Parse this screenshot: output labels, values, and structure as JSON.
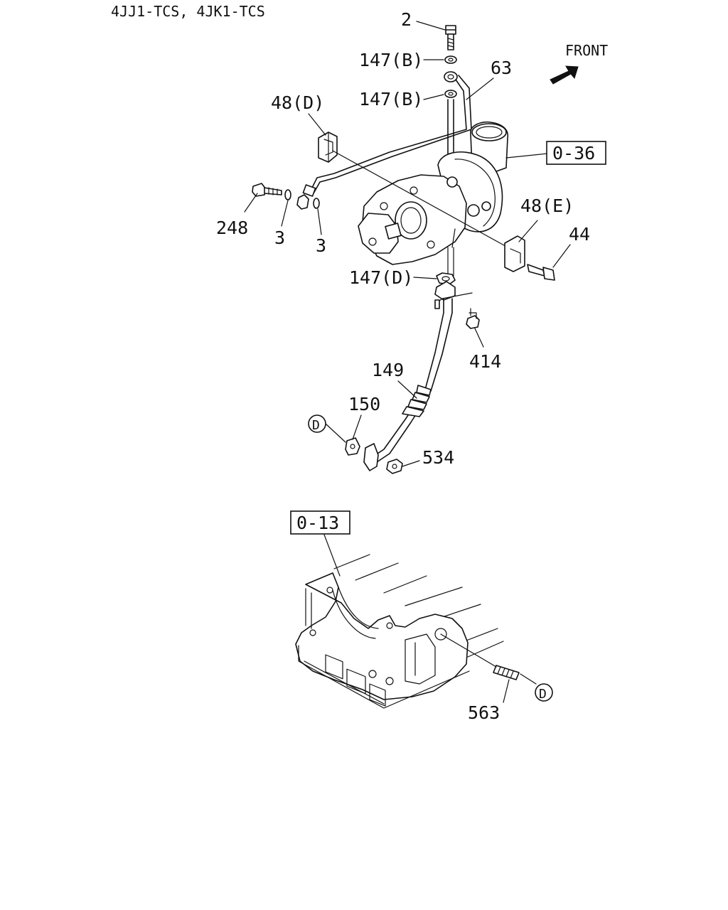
{
  "header": {
    "models": "4JJ1-TCS, 4JK1-TCS"
  },
  "direction": {
    "label": "FRONT"
  },
  "refs": {
    "ref_036": "0-36",
    "ref_013": "0-13",
    "connector_d": "D"
  },
  "callouts": {
    "c_2": "2",
    "c_147b_top": "147(B)",
    "c_63": "63",
    "c_147b_mid": "147(B)",
    "c_48d": "48(D)",
    "c_248": "248",
    "c_3a": "3",
    "c_3b": "3",
    "c_48e": "48(E)",
    "c_44": "44",
    "c_147d": "147(D)",
    "c_414": "414",
    "c_149": "149",
    "c_150": "150",
    "c_534": "534",
    "c_563": "563"
  }
}
